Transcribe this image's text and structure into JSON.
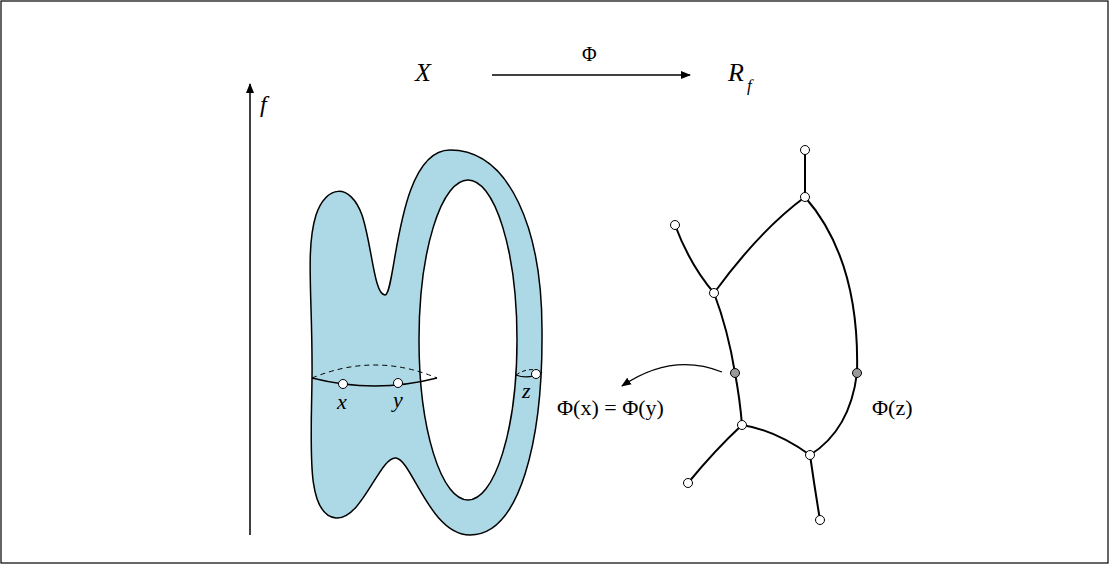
{
  "diagram": {
    "labels": [
      "f",
      "X",
      "Φ",
      "R",
      "f",
      "x",
      "y",
      "z",
      "Φ(x) = Φ(y)",
      "Φ(z)"
    ]
  }
}
